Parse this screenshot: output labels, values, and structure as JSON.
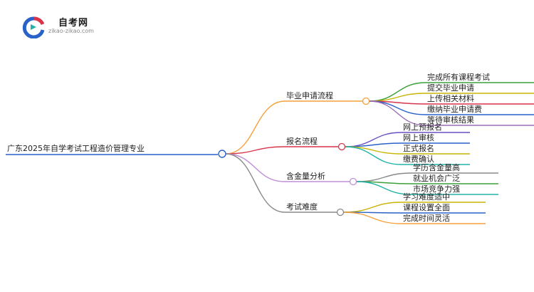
{
  "logo": {
    "title": "自考网",
    "domain": "zikao-zikao.com"
  },
  "root": {
    "label": "广东2025年自学考试工程造价管理专业"
  },
  "branches": [
    {
      "label": "毕业申请流程",
      "color": "#f5a03c",
      "children": [
        {
          "label": "完成所有课程考试",
          "color": "#3aa03a"
        },
        {
          "label": "提交毕业申请",
          "color": "#c9b400"
        },
        {
          "label": "上传相关材料",
          "color": "#d8344a"
        },
        {
          "label": "缴纳毕业申请费",
          "color": "#2a62c8"
        },
        {
          "label": "等待审核结果",
          "color": "#9a6bb8"
        }
      ]
    },
    {
      "label": "报名流程",
      "color": "#d8344a",
      "children": [
        {
          "label": "网上预报名",
          "color": "#6a4fc2"
        },
        {
          "label": "网上审核",
          "color": "#2a62c8"
        },
        {
          "label": "正式报名",
          "color": "#c9b400"
        },
        {
          "label": "缴费确认",
          "color": "#22b3a8"
        }
      ]
    },
    {
      "label": "含金量分析",
      "color": "#c08fd8",
      "children": [
        {
          "label": "学历含金量高",
          "color": "#8a8a8a"
        },
        {
          "label": "就业机会广泛",
          "color": "#3aa03a"
        },
        {
          "label": "市场竞争力强",
          "color": "#22b3a8"
        }
      ]
    },
    {
      "label": "考试难度",
      "color": "#8a8a8a",
      "children": [
        {
          "label": "学习难度适中",
          "color": "#c9b400"
        },
        {
          "label": "课程设置全面",
          "color": "#2a62c8"
        },
        {
          "label": "完成时间灵活",
          "color": "#f5a03c"
        }
      ]
    }
  ]
}
